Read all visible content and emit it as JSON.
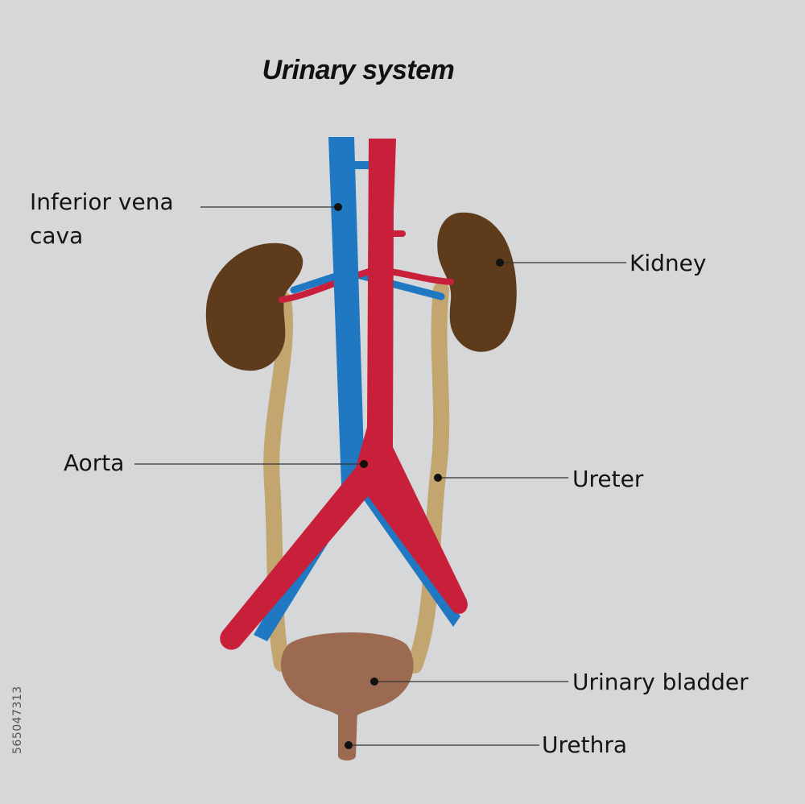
{
  "title": "Urinary system",
  "labels": {
    "ivc_line1": "Inferior vena",
    "ivc_line2": "cava",
    "kidney": "Kidney",
    "aorta": "Aorta",
    "ureter": "Ureter",
    "bladder": "Urinary bladder",
    "urethra": "Urethra"
  },
  "stock_id": "565047313",
  "colors": {
    "background": "#d6d7d9",
    "vein": "#1f78c1",
    "artery": "#c8203a",
    "kidney": "#5e3b1b",
    "ureter": "#c3a56f",
    "bladder": "#9b6a50",
    "leader": "#333333"
  }
}
